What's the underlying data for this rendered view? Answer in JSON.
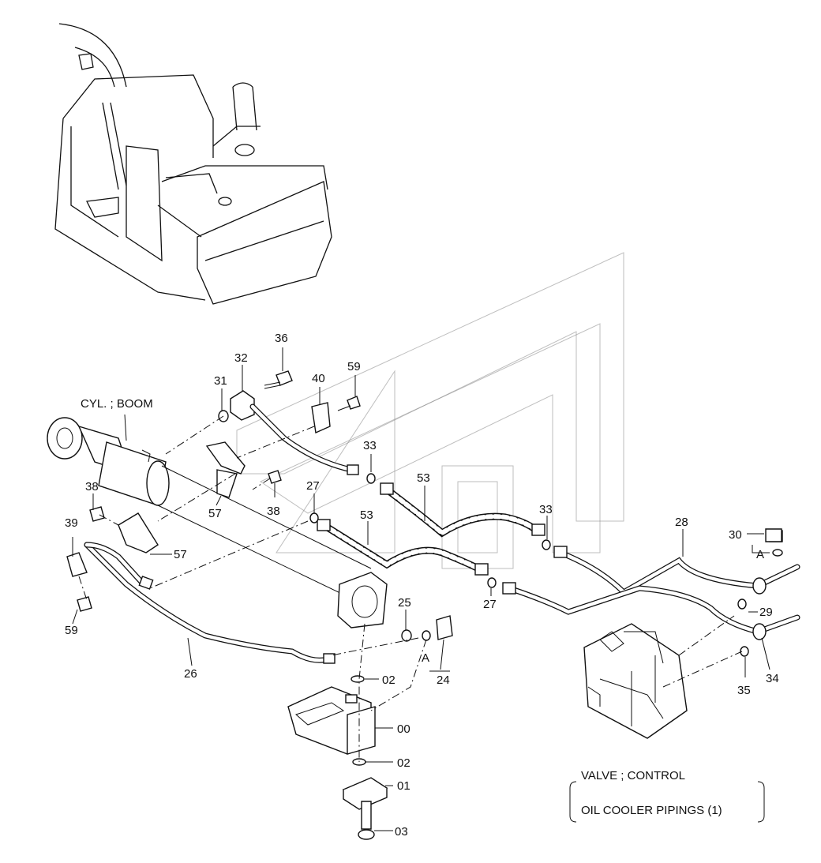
{
  "title_box": {
    "line1": "VALVE ; CONTROL",
    "line2": "OIL COOLER PIPINGS (1)"
  },
  "cylinder_label": "CYL. ; BOOM",
  "detail_marker": "A",
  "callouts": {
    "c36": "36",
    "c32": "32",
    "c31": "31",
    "c40": "40",
    "c59a": "59",
    "c33a": "33",
    "c53a": "53",
    "c53b": "53",
    "c33b": "33",
    "c28": "28",
    "c30": "30",
    "c38a": "38",
    "c27a": "27",
    "c38b": "38",
    "c57a": "57",
    "c39": "39",
    "c57b": "57",
    "c59b": "59",
    "c26": "26",
    "c25": "25",
    "c24": "24",
    "c02a": "02",
    "c00": "00",
    "c02b": "02",
    "c01": "01",
    "c03": "03",
    "c27b": "27",
    "c29": "29",
    "c35": "35",
    "c34": "34"
  }
}
